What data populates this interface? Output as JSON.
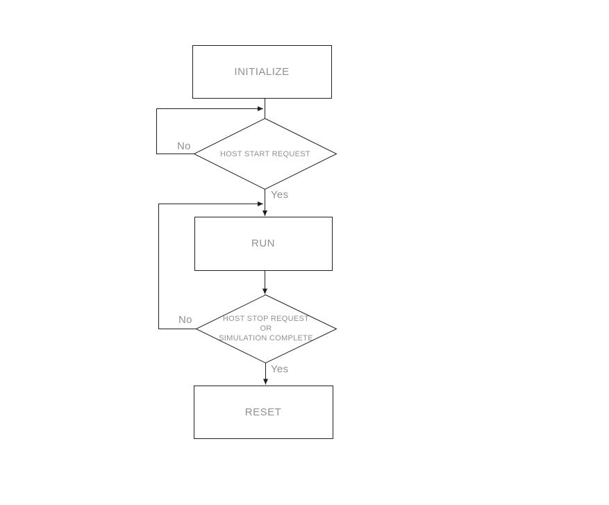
{
  "diagram": {
    "type": "flowchart",
    "background_color": "#ffffff",
    "line_color": "#1f1f1f",
    "label_color": "#919191",
    "nodes": {
      "initialize": {
        "type": "process",
        "label": "INITIALIZE"
      },
      "host_start_request": {
        "type": "decision",
        "label": "HOST START REQUEST"
      },
      "run": {
        "type": "process",
        "label": "RUN"
      },
      "host_stop_request": {
        "type": "decision",
        "label_line1": "HOST STOP REQUEST",
        "label_line2": "OR",
        "label_line3": "SIMULATION COMPLETE"
      },
      "reset": {
        "type": "process",
        "label": "RESET"
      }
    },
    "edge_labels": {
      "host_start_no": "No",
      "host_start_yes": "Yes",
      "host_stop_no": "No",
      "host_stop_yes": "Yes"
    }
  }
}
